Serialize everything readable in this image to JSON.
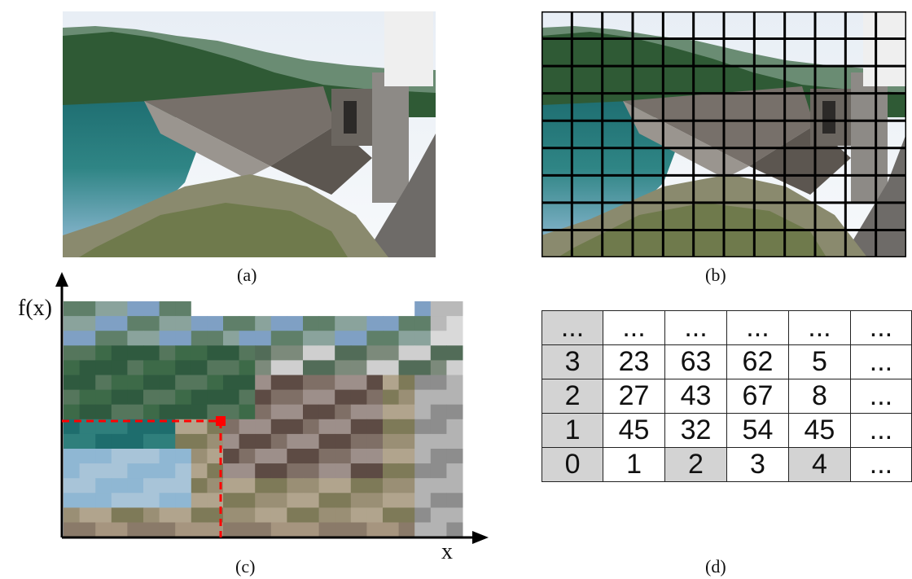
{
  "panels": {
    "a": "(a)",
    "b": "(b)",
    "c": "(c)",
    "d": "(d)"
  },
  "axes": {
    "y_label": "f(x)",
    "x_label": "x"
  },
  "table": {
    "rows": [
      [
        "...",
        "...",
        "...",
        "...",
        "...",
        "..."
      ],
      [
        "3",
        "23",
        "63",
        "62",
        "5",
        "..."
      ],
      [
        "2",
        "27",
        "43",
        "67",
        "8",
        "..."
      ],
      [
        "1",
        "45",
        "32",
        "54",
        "45",
        "..."
      ],
      [
        "0",
        "1",
        "2",
        "3",
        "4",
        "..."
      ]
    ]
  },
  "colors": {
    "grid_line": "#000000",
    "marker": "#ff0000",
    "cell_shade": "#d3d3d3"
  }
}
